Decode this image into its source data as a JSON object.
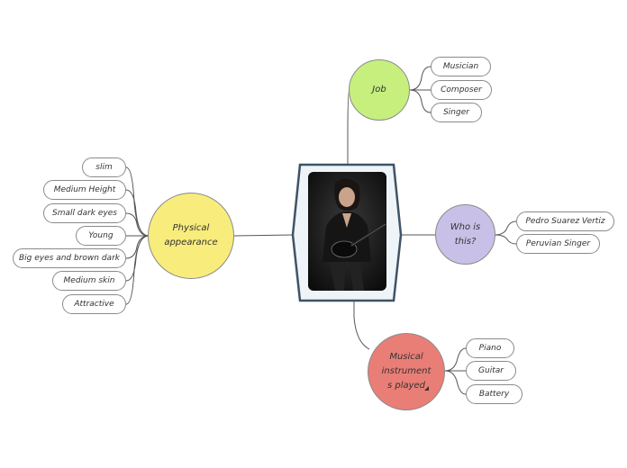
{
  "center": {
    "image": "singer-photo-icon"
  },
  "branches": {
    "job": {
      "label": "Job",
      "color": "#c6ef7e",
      "items": [
        "Musician",
        "Composer",
        "Singer"
      ]
    },
    "who": {
      "label": "Who is this?",
      "color": "#c9c0e8",
      "items": [
        "Pedro Suarez Vertiz",
        "Peruvian Singer"
      ]
    },
    "physical": {
      "label": "Physical appearance",
      "color": "#f8ec7c",
      "items": [
        "slim",
        "Medium Height",
        "Small dark eyes",
        "Young",
        "Big eyes and brown dark",
        "Medium skin",
        "Attractive"
      ]
    },
    "instruments": {
      "label": "Musical instrument s played",
      "color": "#e97e76",
      "items": [
        "Piano",
        "Guitar",
        "Battery"
      ]
    }
  }
}
